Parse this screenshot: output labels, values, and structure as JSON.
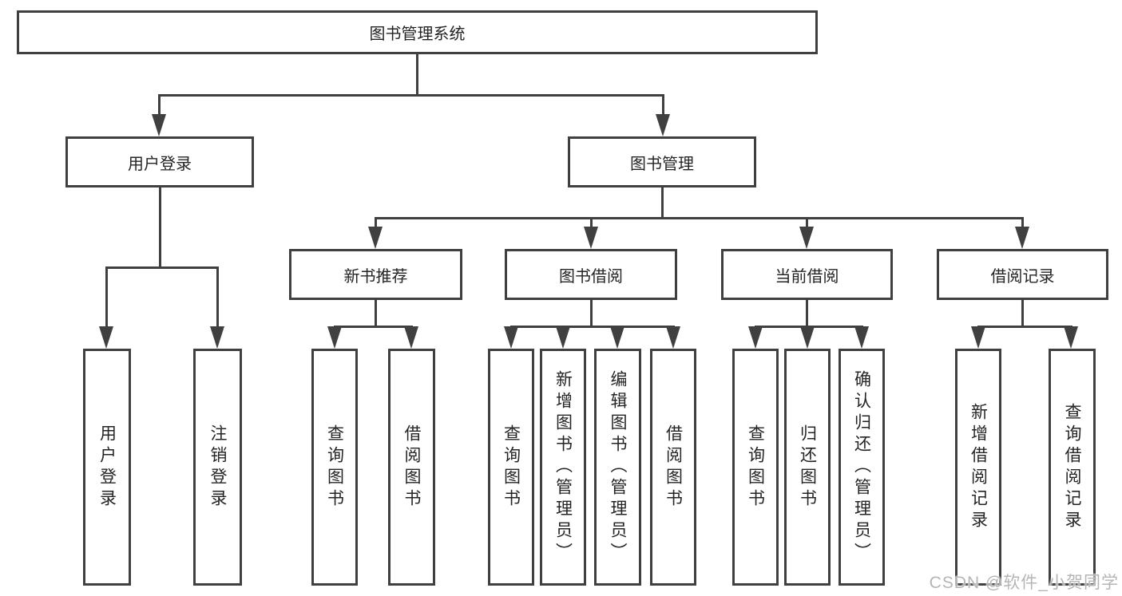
{
  "diagram": {
    "root_label": "图书管理系统",
    "level2": [
      {
        "label": "用户登录"
      },
      {
        "label": "图书管理"
      }
    ],
    "level3": [
      {
        "label": "新书推荐"
      },
      {
        "label": "图书借阅"
      },
      {
        "label": "当前借阅"
      },
      {
        "label": "借阅记录"
      }
    ],
    "leaves": {
      "user_login": [
        "用户登录",
        "注销登录"
      ],
      "new_book_recommend": [
        "查询图书",
        "借阅图书"
      ],
      "book_borrow": [
        "查询图书",
        "新增图书（管理员）",
        "编辑图书（管理员）",
        "借阅图书"
      ],
      "current_borrow": [
        "查询图书",
        "归还图书",
        "确认归还（管理员）"
      ],
      "borrow_records": [
        "新增借阅记录",
        "查询借阅记录"
      ]
    }
  },
  "watermark": {
    "text": "CSDN @软件_小贺同学"
  },
  "colors": {
    "line": "#404040",
    "text": "#242424",
    "watermark": "#b5b5b5",
    "background": "#ffffff"
  }
}
